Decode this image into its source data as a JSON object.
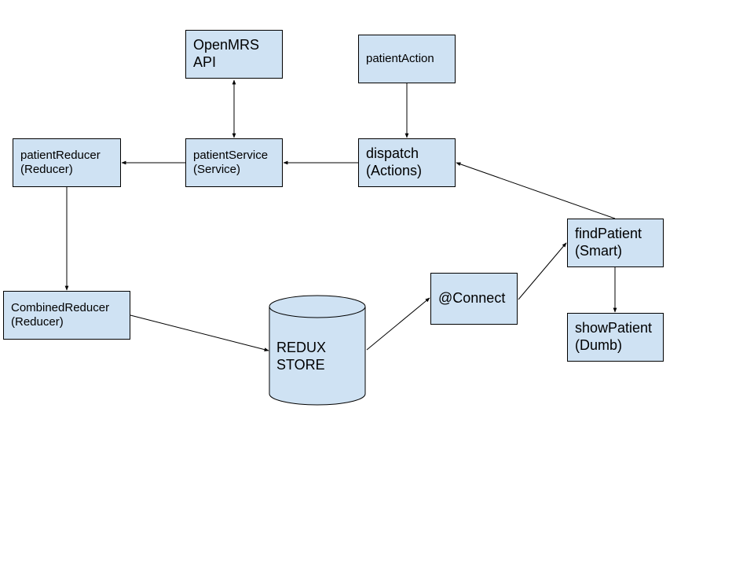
{
  "nodes": {
    "openmrs_api": {
      "line1": "OpenMRS",
      "line2": "API"
    },
    "patient_action": {
      "line1": "patientAction"
    },
    "patient_reducer": {
      "line1": "patientReducer",
      "line2": "(Reducer)"
    },
    "patient_service": {
      "line1": "patientService",
      "line2": "(Service)"
    },
    "dispatch": {
      "line1": "dispatch",
      "line2": "(Actions)"
    },
    "find_patient": {
      "line1": "findPatient",
      "line2": "(Smart)"
    },
    "combined_reducer": {
      "line1": "CombinedReducer",
      "line2": "(Reducer)"
    },
    "redux_store": {
      "line1": "REDUX",
      "line2": "STORE"
    },
    "connect": {
      "line1": "@Connect"
    },
    "show_patient": {
      "line1": "showPatient",
      "line2": "(Dumb)"
    }
  },
  "colors": {
    "node_fill": "#cfe2f3",
    "stroke": "#000000",
    "background": "#ffffff"
  }
}
